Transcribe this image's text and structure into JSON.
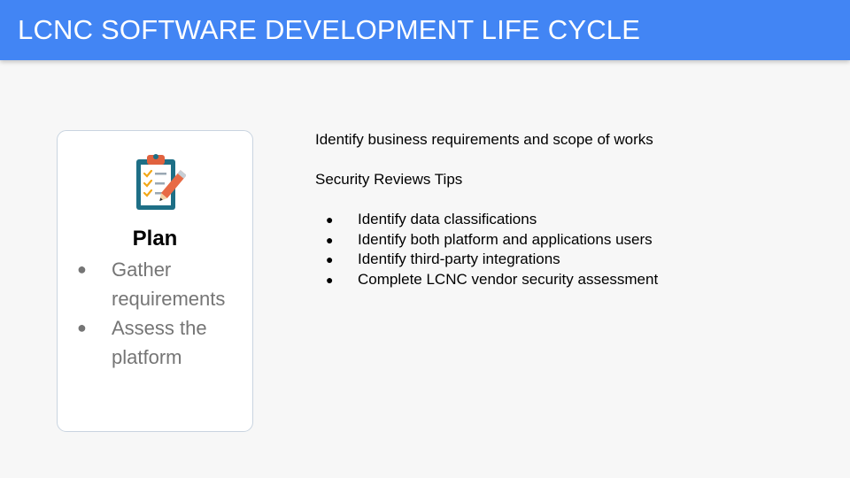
{
  "header": {
    "title": "LCNC SOFTWARE DEVELOPMENT LIFE CYCLE"
  },
  "card": {
    "icon": "clipboard-checklist-icon",
    "title": "Plan",
    "items": [
      {
        "bullet": "●",
        "text": "Gather requirements"
      },
      {
        "bullet": "●",
        "text": "Assess the platform"
      }
    ]
  },
  "content": {
    "intro": "Identify business requirements and scope of works",
    "tips_title": "Security Reviews Tips",
    "tips": [
      {
        "bullet": "●",
        "text": "Identify data classifications"
      },
      {
        "bullet": "●",
        "text": "Identify both platform and applications users"
      },
      {
        "bullet": "●",
        "text": "Identify third-party integrations"
      },
      {
        "bullet": "●",
        "text": "Complete LCNC vendor security assessment"
      }
    ]
  },
  "colors": {
    "header_bg": "#4285f4",
    "clipboard": "#1e6f86",
    "clip": "#e0623f",
    "check": "#f2a818",
    "pencil": "#e86a45"
  }
}
